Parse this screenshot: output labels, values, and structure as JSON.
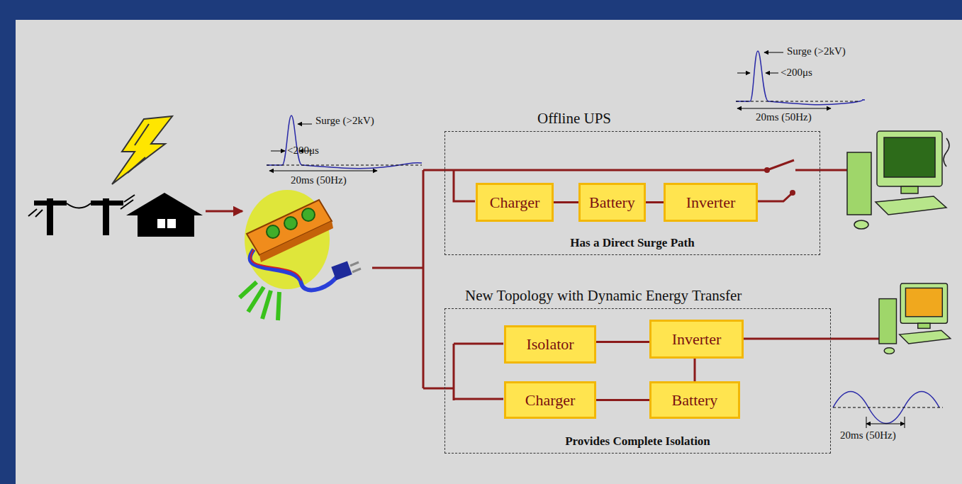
{
  "diagram": {
    "nodes": [
      {
        "text": [
          "Offline UPS",
          "Has a Direct Surge Path"
        ]
      },
      {
        "text": [
          "Charger"
        ],
        "in": 0
      },
      {
        "text": [
          "Battery"
        ],
        "in": 0
      },
      {
        "text": [
          "Inverter"
        ],
        "in": 0
      },
      {
        "text": [
          "New Topology with Dynamic Energy Transfer",
          "Provides Complete Isolation"
        ]
      },
      {
        "text": [
          "Isolator"
        ],
        "in": 4
      },
      {
        "text": [
          "Inverter"
        ],
        "in": 4
      },
      {
        "text": [
          "Charger"
        ],
        "in": 4
      },
      {
        "text": [
          "Battery"
        ],
        "in": 4
      }
    ],
    "edges": [
      {
        "from": 1,
        "to": 2,
        "arrow": "none"
      },
      {
        "from": 2,
        "to": 3,
        "arrow": "none"
      },
      {
        "from": 5,
        "to": 6,
        "arrow": "none"
      },
      {
        "from": 7,
        "to": 8,
        "arrow": "none"
      },
      {
        "from": 6,
        "to": 8,
        "arrow": "none"
      }
    ],
    "labels": [
      "Surge (>2kV)",
      "<200μs",
      "20ms (50Hz)",
      "Surge (>2kV)",
      "<200μs",
      "20ms (50Hz)",
      "20ms (50Hz)"
    ]
  }
}
